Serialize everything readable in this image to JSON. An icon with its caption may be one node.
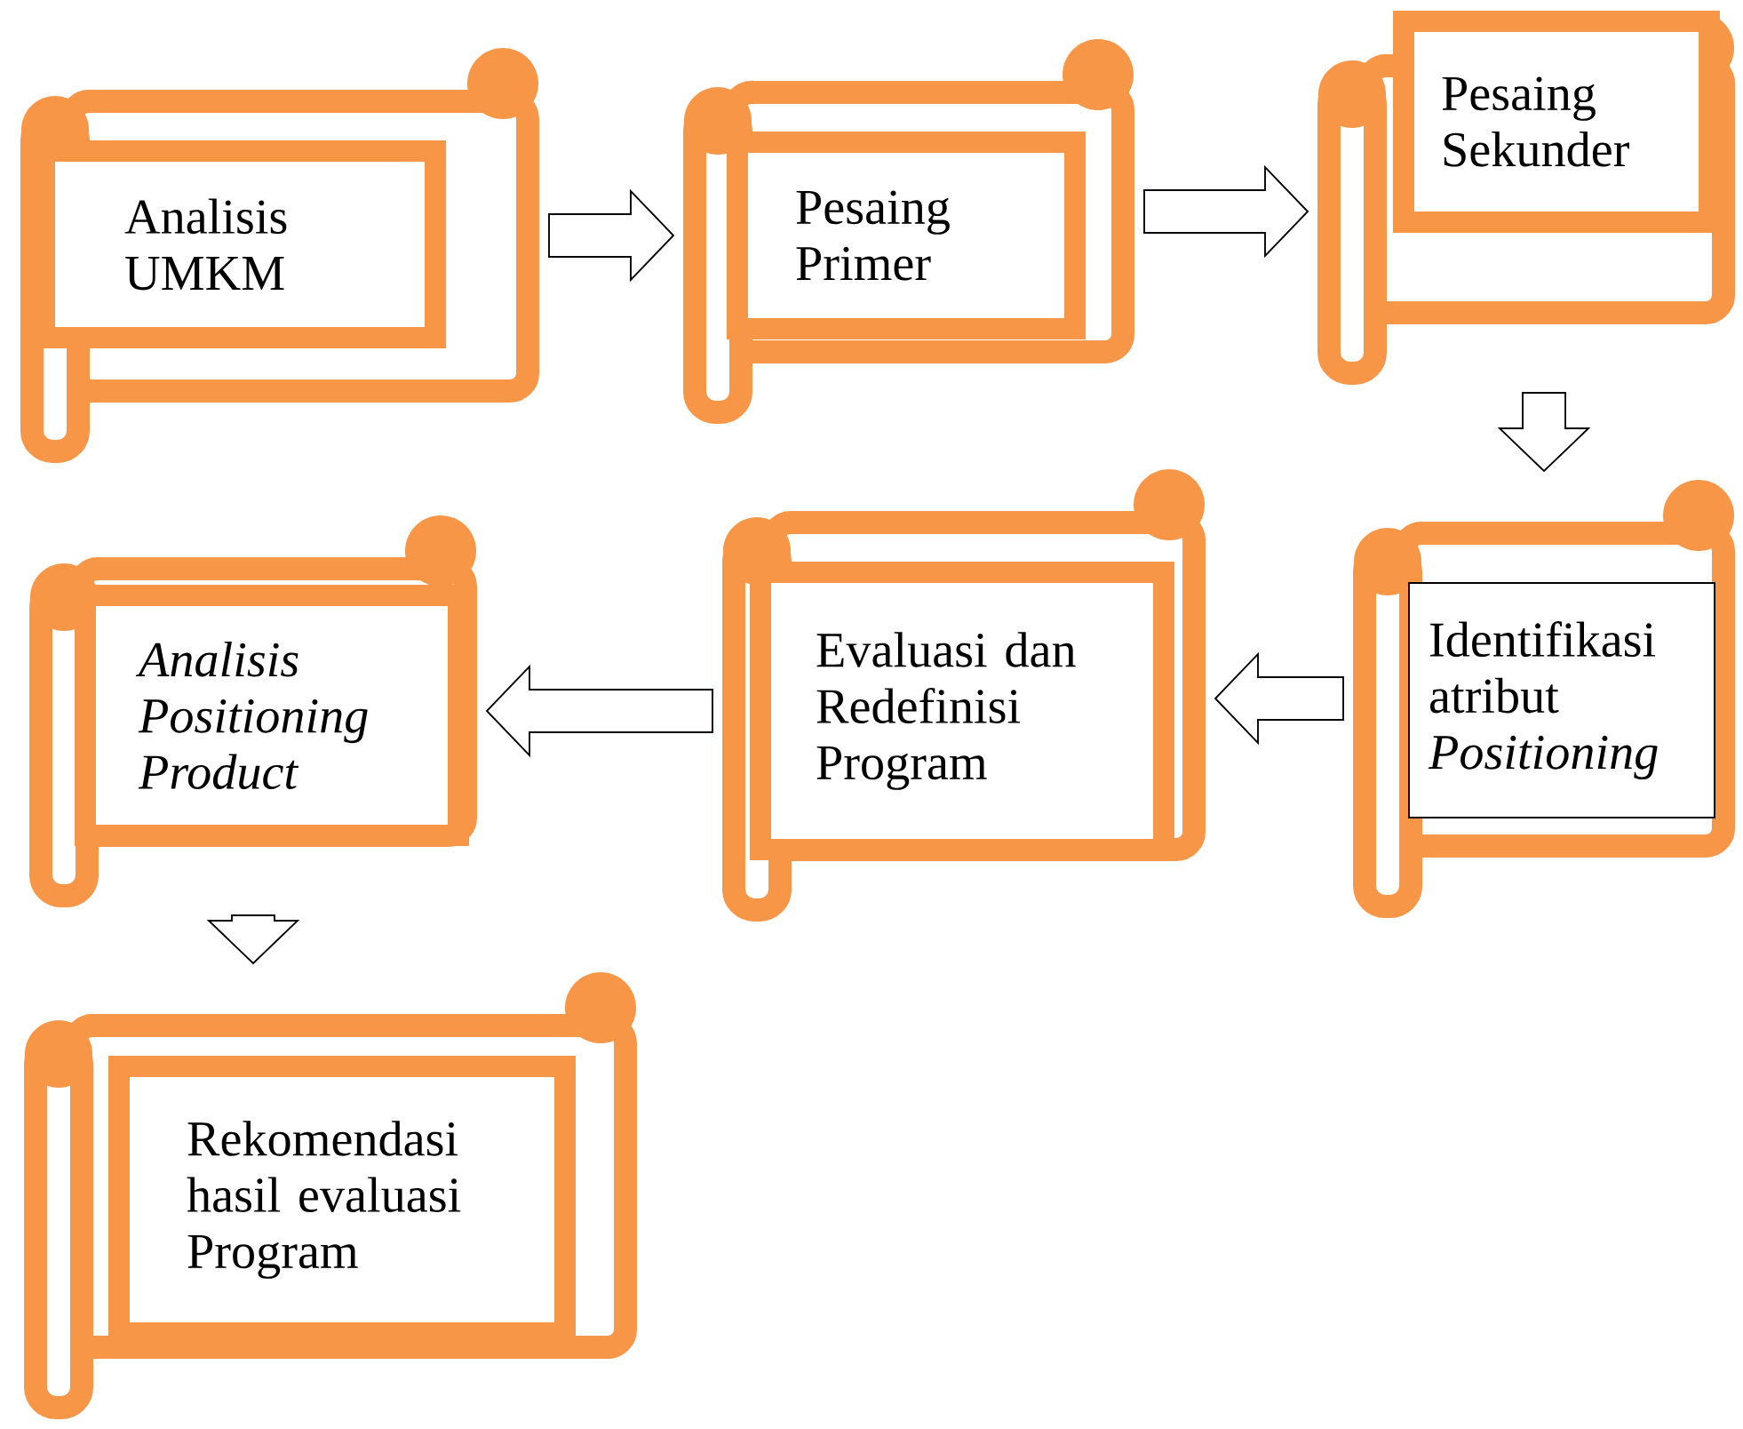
{
  "diagram": {
    "nodes": [
      {
        "text": [
          "Analisis UMKM"
        ]
      },
      {
        "text": [
          "Pesaing Primer"
        ]
      },
      {
        "text": [
          "Pesaing Sekunder"
        ]
      },
      {
        "text": [
          "Identifikasi atribut *Positioning*"
        ]
      },
      {
        "text": [
          "Evaluasi dan Redefinisi Program"
        ]
      },
      {
        "text": [
          "Analisis Positioning Product"
        ]
      },
      {
        "text": [
          "Rekomendasi hasil evaluasi Program"
        ]
      }
    ],
    "edges": [
      {
        "from": 0,
        "to": 1,
        "arrow": "to"
      },
      {
        "from": 1,
        "to": 2,
        "arrow": "to"
      },
      {
        "from": 2,
        "to": 3,
        "arrow": "to"
      },
      {
        "from": 3,
        "to": 4,
        "arrow": "to"
      },
      {
        "from": 4,
        "to": 5,
        "arrow": "to"
      },
      {
        "from": 5,
        "to": 6,
        "arrow": "to"
      }
    ]
  }
}
